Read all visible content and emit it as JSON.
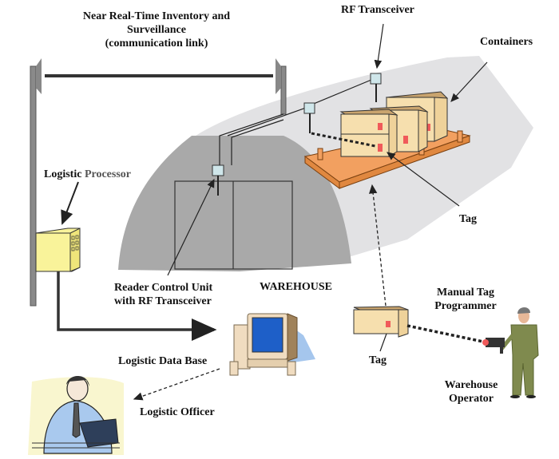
{
  "title": {
    "line1": "Near Real-Time Inventory and",
    "line2": "Surveillance",
    "line3": "(communication link)"
  },
  "labels": {
    "rf_transceiver": "RF Transceiver",
    "containers": "Containers",
    "logistic_processor_part1": "Logistic",
    "logistic_processor_part2": "Processor",
    "tag_pallet": "Tag",
    "reader_control_line1": "Reader Control Unit",
    "reader_control_line2": "with RF Transceiver",
    "warehouse": "WAREHOUSE",
    "manual_tag_line1": "Manual Tag",
    "manual_tag_line2": "Programmer",
    "tag_box": "Tag",
    "logistic_database": "Logistic Data Base",
    "warehouse_operator_line1": "Warehouse",
    "warehouse_operator_line2": "Operator",
    "logistic_officer": "Logistic Officer"
  },
  "colors": {
    "warehouse_front": "#a8a8a8",
    "warehouse_roof": "#e0e0e2",
    "pallet": "#f2a060",
    "box": "#f6dfae",
    "tag_red": "#f05a5a",
    "transceiver": "#cfe6ea",
    "processor": "#f9f39a",
    "operator_suit": "#7f8a4e",
    "officer_shirt": "#a9c9ee",
    "screen": "#1e5fc8"
  }
}
